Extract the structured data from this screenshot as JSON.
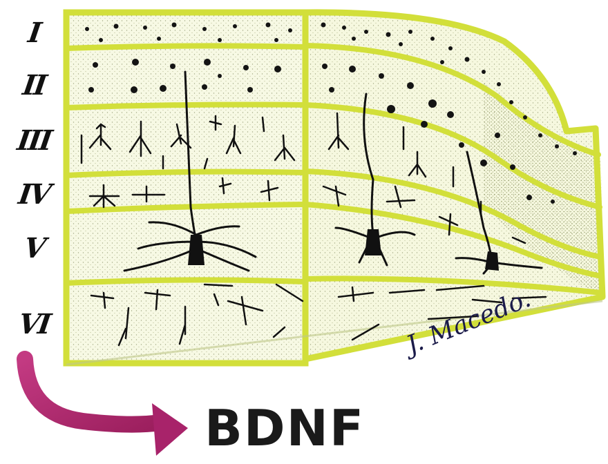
{
  "layers": [
    "I",
    "II",
    "III",
    "IV",
    "V",
    "VI"
  ],
  "signature": "J. Macedo.",
  "arrow_label": "BDNF",
  "colors": {
    "band": "#d2df3a",
    "fill": "#f6f9de",
    "neuron": "#111111",
    "arrow": "#b0286f"
  }
}
